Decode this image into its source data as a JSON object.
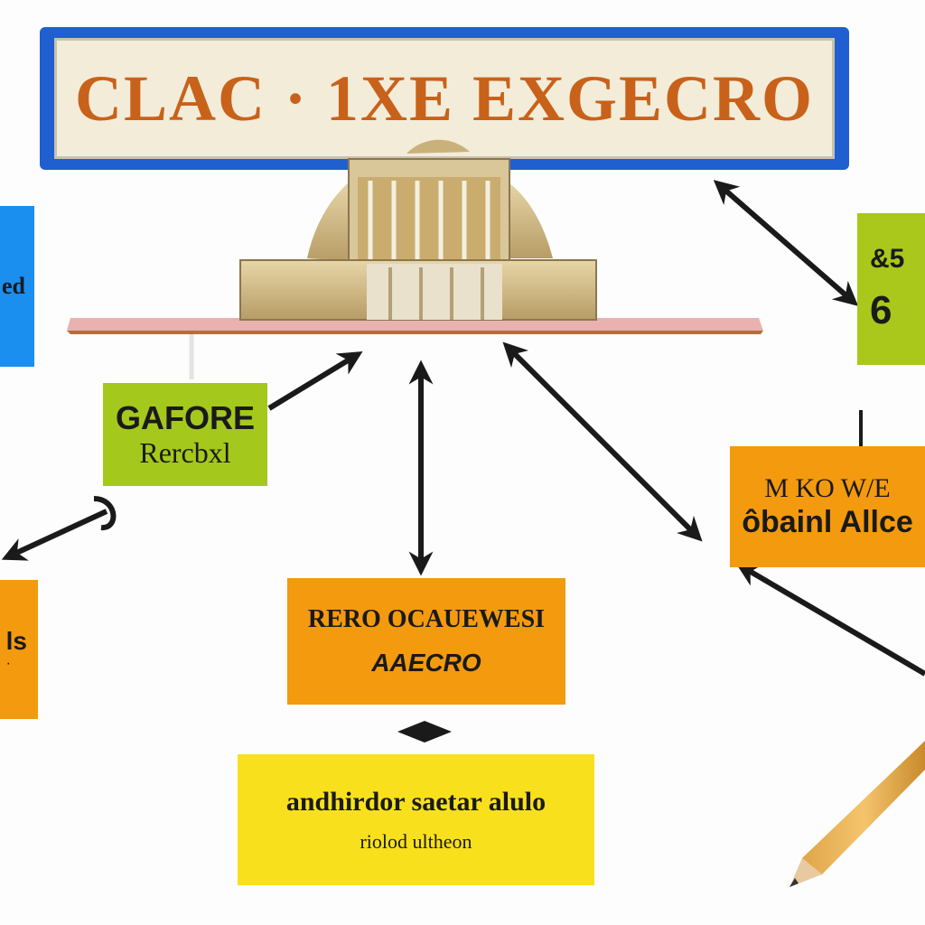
{
  "title": "CLAC · 1XE EXGECRO",
  "boxes": {
    "left_blue": {
      "text": "ed",
      "color": "#1a8ff0"
    },
    "green_left": {
      "line1": "GAFORE",
      "line2": "Rercbxl",
      "color": "#a4c81c"
    },
    "green_right": {
      "line1": "&5",
      "line2": "6",
      "color": "#a9c81b"
    },
    "orange_right": {
      "line1": "M KO W/E",
      "line2": "ôbainl Allce",
      "color": "#f39a0e"
    },
    "orange_left": {
      "line1": "ls",
      "line2": "·",
      "color": "#f39a0e"
    },
    "orange_center": {
      "line1": "RERO OCAUEWESI",
      "line2": "AAECRO",
      "color": "#f39a0e"
    },
    "yellow": {
      "line1": "andhirdor saetar alulo",
      "line2": "riolod ultheon",
      "color": "#f8e11c"
    }
  },
  "icons": {
    "building": "museum-building",
    "pencil": "pencil"
  },
  "colors": {
    "title_frame": "#1f5fd0",
    "title_text": "#c8621a",
    "arrow": "#1a1a1a"
  }
}
